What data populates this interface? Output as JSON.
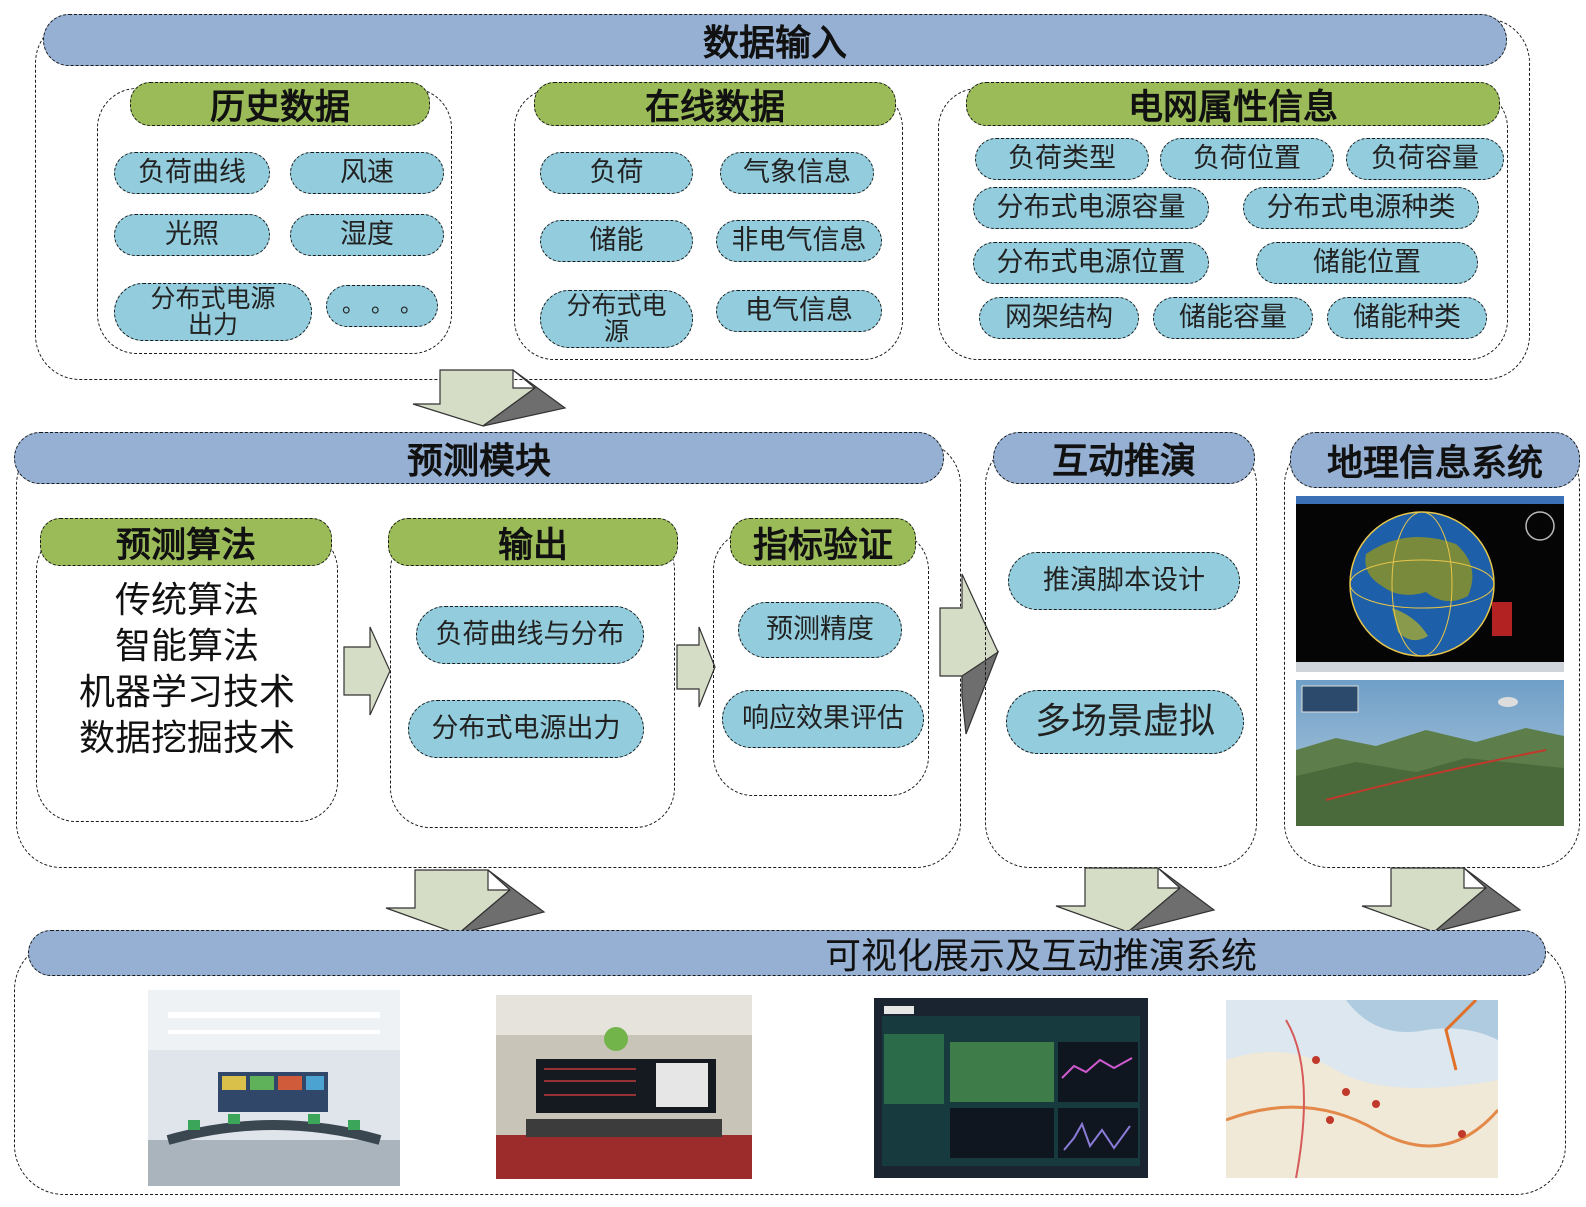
{
  "data_input": {
    "title": "数据输入",
    "history": {
      "title": "历史数据",
      "items": [
        "负荷曲线",
        "风速",
        "光照",
        "湿度",
        "分布式电源出力",
        "。 。 。"
      ]
    },
    "online": {
      "title": "在线数据",
      "items": [
        "负荷",
        "气象信息",
        "储能",
        "非电气信息",
        "分布式电源",
        "电气信息"
      ]
    },
    "grid_attr": {
      "title": "电网属性信息",
      "items": [
        "负荷类型",
        "负荷位置",
        "负荷容量",
        "分布式电源容量",
        "分布式电源种类",
        "分布式电源位置",
        "储能位置",
        "网架结构",
        "储能容量",
        "储能种类"
      ]
    }
  },
  "forecast": {
    "title": "预测模块",
    "algorithm": {
      "title": "预测算法",
      "lines": [
        "传统算法",
        "智能算法",
        "机器学习技术",
        "数据挖掘技术"
      ]
    },
    "output": {
      "title": "输出",
      "items": [
        "负荷曲线与分布",
        "分布式电源出力"
      ]
    },
    "validation": {
      "title": "指标验证",
      "items": [
        "预测精度",
        "响应效果评估"
      ]
    }
  },
  "interactive": {
    "title": "互动推演",
    "items": [
      "推演脚本设计",
      "多场景虚拟"
    ]
  },
  "gis": {
    "title": "地理信息系统",
    "images": [
      "globe-screenshot",
      "terrain-3d-screenshot"
    ]
  },
  "visual": {
    "title": "可视化展示及互动推演系统",
    "images": [
      "control-room-photo",
      "dispatch-center-photo",
      "ibm-energy-dashboard-photo",
      "city-map-image"
    ]
  },
  "colors": {
    "title_bar": "#95b0d2",
    "group_bar": "#9bbb59",
    "pill": "#93cddd",
    "arrow": "#d6ddc6"
  }
}
